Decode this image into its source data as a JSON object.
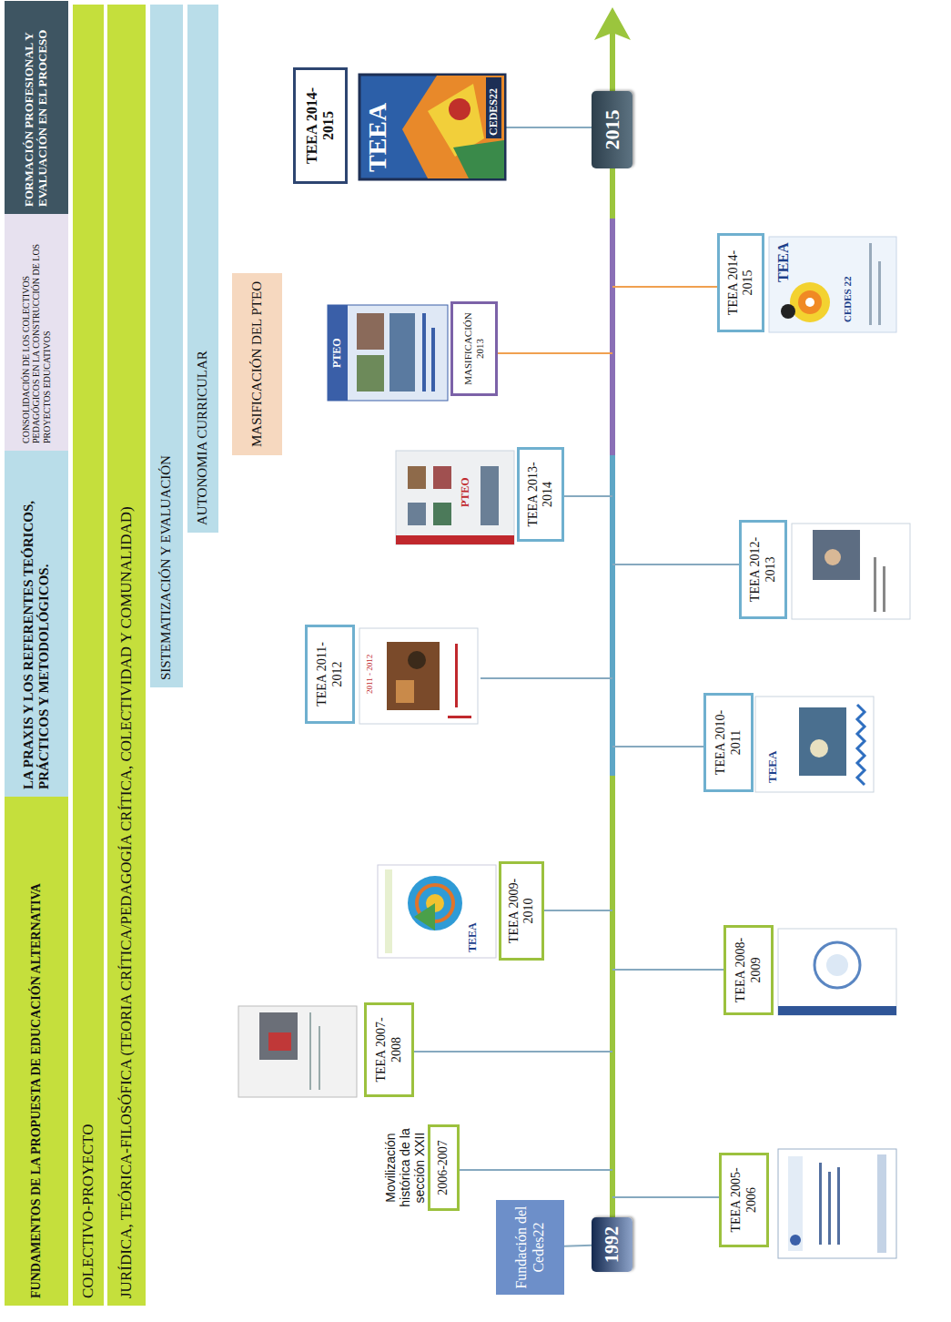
{
  "diagram": {
    "nodes": [
      {
        "text": [
          "FUNDAMENTOS DE LA PROPUESTA DE EDUCACIÓN ALTERNATIVA"
        ]
      },
      {
        "text": [
          "LA PRAXIS Y LOS REFERENTES TEÓRICOS, PRÁCTICOS Y METODOLÓGICOS."
        ]
      },
      {
        "text": [
          "CONSOLIDACIÓN DE LOS COLECTIVOS PEDAGÓGICOS EN LA CONSTRUCCIÓN DE LOS PROYECTOS EDUCATIVOS"
        ]
      },
      {
        "text": [
          "FORMACIÓN PROFESIONAL Y EVALUACIÓN EN EL PROCESO"
        ]
      },
      {
        "text": [
          "COLECTIVO-PROYECTO"
        ]
      },
      {
        "text": [
          "JURÍDICA, TEÓRICA-FILOSÓFICA (TEORIA CRÍTICA/PEDAGOGÍA CRÍTICA, COLECTIVIDAD Y COMUNALIDAD)"
        ]
      },
      {
        "text": [
          "SISTEMATIZACIÓN Y EVALUACIÓN"
        ]
      },
      {
        "text": [
          "AUTONOMIA CURRICULAR"
        ]
      },
      {
        "text": [
          "MASIFICACIÓN DEL PTEO"
        ]
      },
      {
        "text": [
          "Fundación del Cedes22"
        ]
      },
      {
        "text": [
          "1992"
        ]
      },
      {
        "text": [
          "TEEA 2005-2006"
        ]
      },
      {
        "text": [
          "Movilización histórica de la sección XXII",
          "2006-2007"
        ]
      },
      {
        "text": [
          "TEEA 2007-2008"
        ]
      },
      {
        "text": [
          "TEEA 2008-2009"
        ]
      },
      {
        "text": [
          "TEEA 2009- 2010"
        ]
      },
      {
        "text": [
          "TEEA 2010- 2011"
        ]
      },
      {
        "text": [
          "TEEA 2011- 2012"
        ]
      },
      {
        "text": [
          "TEEA 2012-2013"
        ]
      },
      {
        "text": [
          "TEEA 2013-2014"
        ]
      },
      {
        "text": [
          "MASIFICACIÓN 2013"
        ]
      },
      {
        "text": [
          "TEEA 2014-2015"
        ]
      },
      {
        "text": [
          "TEEA 2014- 2015"
        ]
      },
      {
        "text": [
          "2015"
        ]
      }
    ],
    "edges": [
      {
        "from": 9,
        "to": 10,
        "arrow": "none"
      }
    ],
    "labels": [
      "TEEA",
      "TEEA",
      "2011 - 2012",
      "PTEO",
      "PTEO",
      "TEEA",
      "CEDES 22",
      "TEEA",
      "CEDES22"
    ]
  }
}
